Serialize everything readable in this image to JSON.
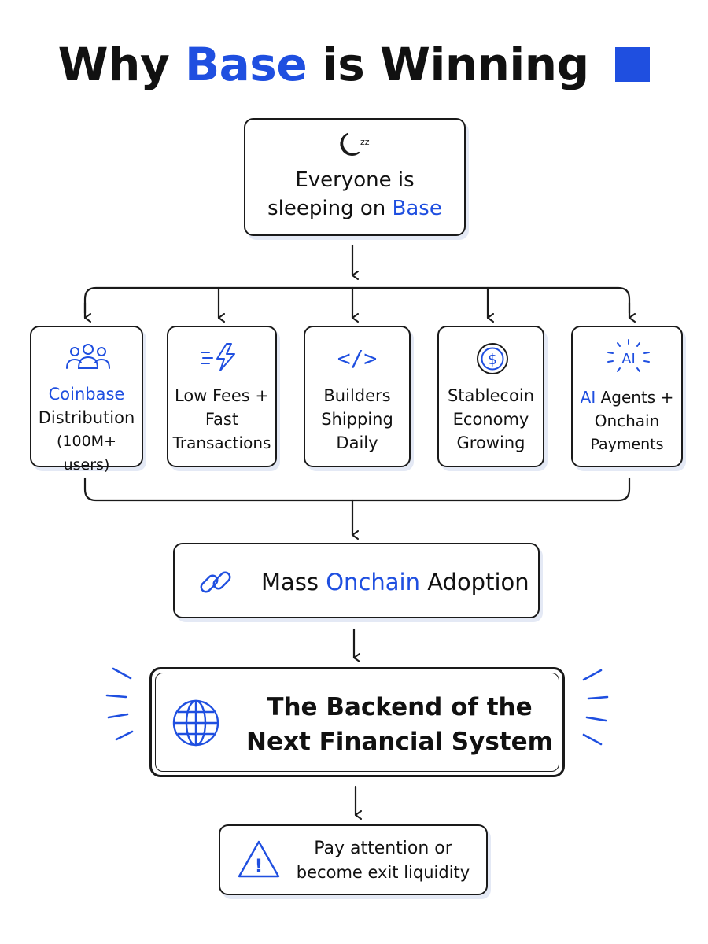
{
  "title": {
    "prefix": "Why",
    "highlight": "Base",
    "suffix": "is Winning"
  },
  "top_box": {
    "icon": "moon-zzz-icon",
    "zzz": "zz",
    "line1": "Everyone is",
    "line2_prefix": "sleeping on",
    "line2_highlight": "Base"
  },
  "pillars": [
    {
      "icon": "users-icon",
      "line1_highlight": "Coinbase",
      "line2": "Distribution",
      "line3": "(100M+ users)"
    },
    {
      "icon": "lightning-speed-icon",
      "line1": "Low Fees +",
      "line2": "Fast",
      "line3": "Transactions"
    },
    {
      "icon": "code-icon",
      "glyph": "</>",
      "line1": "Builders",
      "line2": "Shipping",
      "line3": "Daily"
    },
    {
      "icon": "dollar-coin-icon",
      "glyph": "$",
      "line1": "Stablecoin",
      "line2": "Economy",
      "line3": "Growing"
    },
    {
      "icon": "ai-sparkle-icon",
      "glyph": "AI",
      "line1_highlight": "AI",
      "line1_rest": "Agents +",
      "line2": "Onchain",
      "line3": "Payments"
    }
  ],
  "adoption_box": {
    "icon": "chain-link-icon",
    "prefix": "Mass",
    "highlight": "Onchain",
    "suffix": "Adoption"
  },
  "backend_box": {
    "icon": "globe-icon",
    "line1": "The Backend of the",
    "line2": "Next Financial System"
  },
  "warning_box": {
    "icon": "warning-icon",
    "glyph": "!",
    "line1": "Pay attention or",
    "line2": "become exit liquidity"
  },
  "colors": {
    "accent": "#1f4fe0",
    "ink": "#1a1a1a",
    "shadow": "#e4e9f5"
  }
}
